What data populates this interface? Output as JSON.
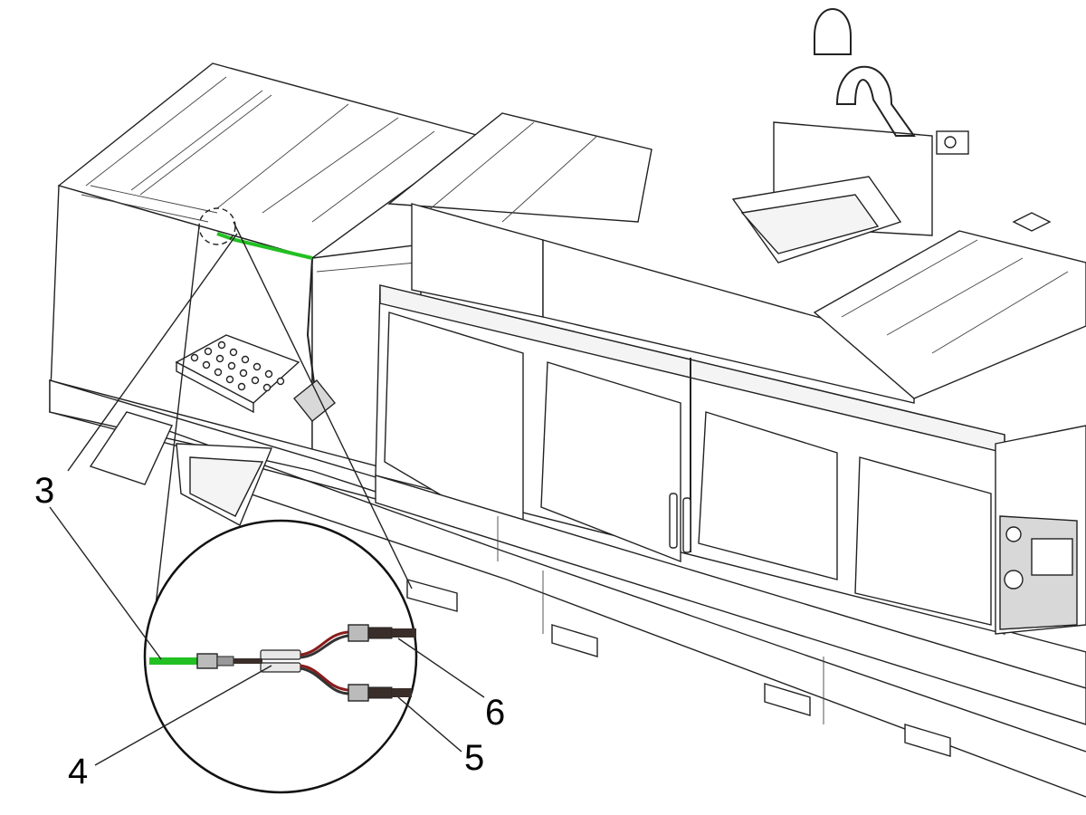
{
  "callouts": {
    "c3": "3",
    "c4": "4",
    "c5": "5",
    "c6": "6"
  },
  "colors": {
    "highlight_cable": "#22c022",
    "line": "#222222",
    "cable_dark": "#3a2e2a",
    "wire_red": "#8b1a1a"
  }
}
